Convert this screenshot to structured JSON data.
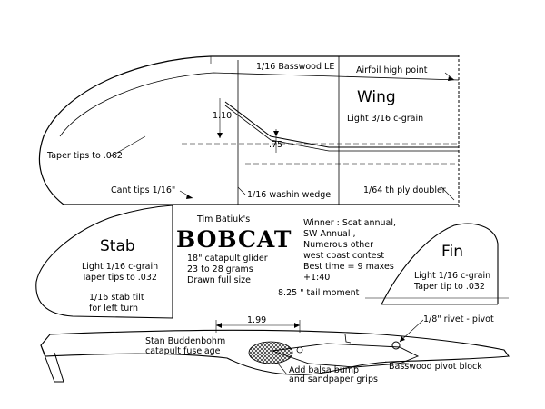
{
  "wing": {
    "title": "Wing",
    "material": "Light 3/16 c-grain",
    "le": "1/16 Basswood LE",
    "airfoil_high_point": "Airfoil high point",
    "taper_tips": "Taper tips to .062",
    "cant_tips": "Cant tips 1/16\"",
    "washin_wedge": "1/16 washin wedge",
    "ply_doubler": "1/64 th ply doubler",
    "dim_110": "1.10",
    "dim_075": ".75"
  },
  "stab": {
    "title": "Stab",
    "line1": "Light 1/16 c-grain",
    "line2": "Taper tips to .032",
    "line3": "1/16 stab tilt",
    "line4": "for left turn"
  },
  "info": {
    "designer": "Tim Batiuk's",
    "name": "BOBCAT",
    "line1": "18\" catapult glider",
    "line2": "23 to 28 grams",
    "line3": "Drawn full size"
  },
  "winner": {
    "line1": "Winner : Scat annual,",
    "line2": "SW Annual ,",
    "line3": "Numerous other",
    "line4": "west coast contest",
    "line5": "Best time = 9 maxes",
    "line6": "+1:40"
  },
  "fin": {
    "title": "Fin",
    "line1": "Light 1/16 c-grain",
    "line2": "Taper tip to .032"
  },
  "fuselage": {
    "tail_moment": "8.25 \" tail moment",
    "dim_199": "1.99",
    "label1": "Stan Buddenbohm",
    "label2": "catapult fuselage",
    "rivet": "1/8\" rivet - pivot",
    "pivot_block": "Basswood pivot block",
    "balsa1": "Add balsa bump",
    "balsa2": "and sandpaper grips"
  }
}
